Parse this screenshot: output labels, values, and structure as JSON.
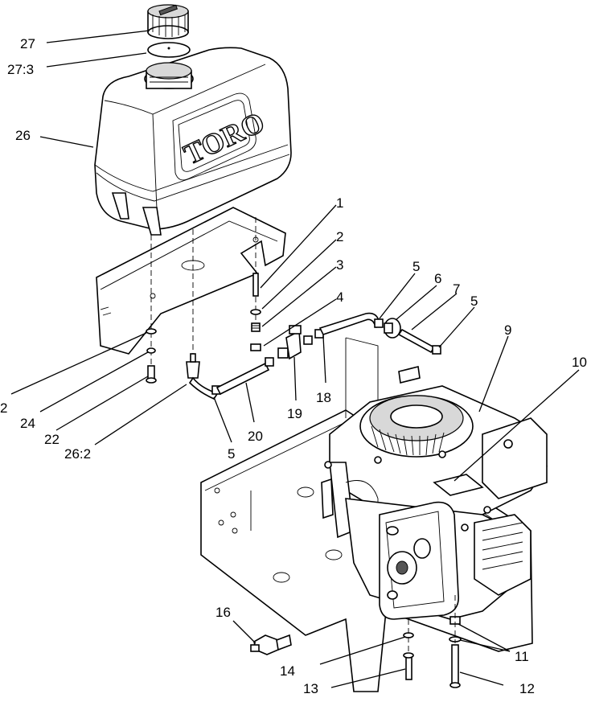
{
  "brand_on_tank": "TORO",
  "callouts": [
    "27",
    "27:3",
    "26",
    "1",
    "2",
    "3",
    "4",
    "5",
    "6",
    "7",
    "5",
    "9",
    "10",
    "2",
    "24",
    "22",
    "26:2",
    "5",
    "20",
    "19",
    "18",
    "16",
    "14",
    "13",
    "11",
    "12"
  ]
}
